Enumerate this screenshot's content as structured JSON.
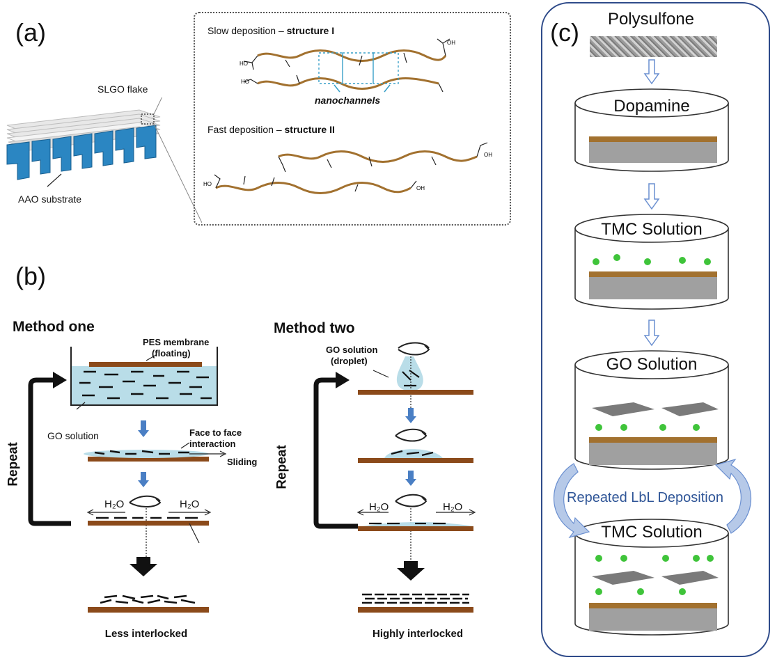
{
  "panels": {
    "a": {
      "label": "(a)",
      "slgo_flake": "SLGO flake",
      "aao_substrate": "AAO substrate",
      "slow_prefix": "Slow deposition – ",
      "slow_structure": "structure I",
      "nanochannels": "nanochannels",
      "fast_prefix": "Fast  deposition – ",
      "fast_structure": "structure II",
      "carboxyl": "OH"
    },
    "b": {
      "label": "(b)",
      "method_one": {
        "title": "Method one",
        "pes_membrane": "PES membrane",
        "floating": "(floating)",
        "go_solution": "GO solution",
        "face_to_face": "Face to face",
        "interaction": "interaction",
        "sliding": "Sliding",
        "h2o_left": "H₂O",
        "h2o_right": "H₂O",
        "repeat": "Repeat",
        "result": "Less interlocked"
      },
      "method_two": {
        "title": "Method two",
        "go_solution": "GO solution",
        "droplet": "(droplet)",
        "h2o_left": "H₂O",
        "h2o_right": "H₂O",
        "repeat": "Repeat",
        "result": "Highly interlocked"
      }
    },
    "c": {
      "label": "(c)",
      "steps": [
        "Polysulfone",
        "Dopamine",
        "TMC Solution",
        "GO Solution",
        "TMC Solution"
      ],
      "repeated": "Repeated LbL Deposition"
    }
  },
  "colors": {
    "frame_blue": "#2f4b8a",
    "aao_blue": "#2b86c2",
    "chain_brown": "#a2712f",
    "membrane_brown": "#8b4a1a",
    "solution_blue": "#b9dde8",
    "arrow_blue": "#4a7fc4",
    "tmc_green": "#3fc43a"
  }
}
